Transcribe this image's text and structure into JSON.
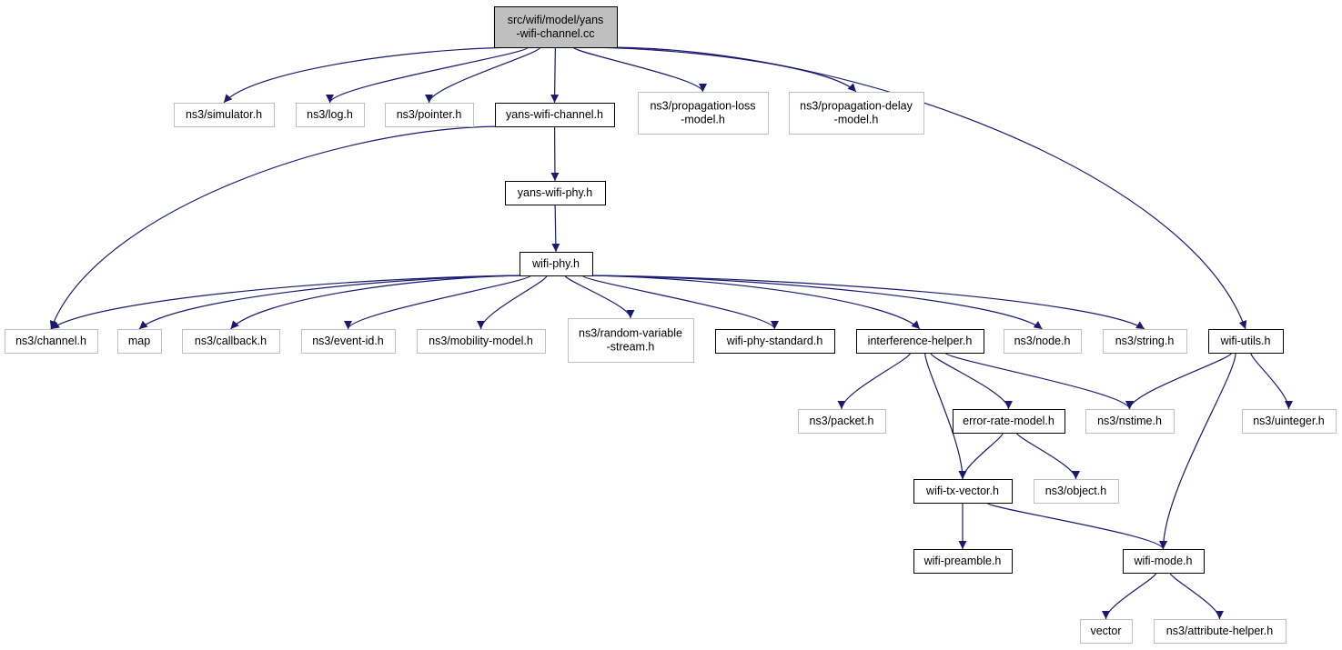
{
  "diagram": {
    "nodes": [
      {
        "id": "root",
        "kind": "root",
        "lines": [
          "src/wifi/model/yans",
          "-wifi-channel.cc"
        ]
      },
      {
        "id": "simulator",
        "kind": "ext",
        "lines": [
          "ns3/simulator.h"
        ]
      },
      {
        "id": "log",
        "kind": "ext",
        "lines": [
          "ns3/log.h"
        ]
      },
      {
        "id": "pointer",
        "kind": "ext",
        "lines": [
          "ns3/pointer.h"
        ]
      },
      {
        "id": "ywc",
        "kind": "int",
        "lines": [
          "yans-wifi-channel.h"
        ]
      },
      {
        "id": "plm",
        "kind": "ext",
        "lines": [
          "ns3/propagation-loss",
          "-model.h"
        ]
      },
      {
        "id": "pdm",
        "kind": "ext",
        "lines": [
          "ns3/propagation-delay",
          "-model.h"
        ]
      },
      {
        "id": "ywp",
        "kind": "int",
        "lines": [
          "yans-wifi-phy.h"
        ]
      },
      {
        "id": "wphy",
        "kind": "int",
        "lines": [
          "wifi-phy.h"
        ]
      },
      {
        "id": "channel",
        "kind": "ext",
        "lines": [
          "ns3/channel.h"
        ]
      },
      {
        "id": "map",
        "kind": "ext",
        "lines": [
          "map"
        ]
      },
      {
        "id": "callback",
        "kind": "ext",
        "lines": [
          "ns3/callback.h"
        ]
      },
      {
        "id": "eventid",
        "kind": "ext",
        "lines": [
          "ns3/event-id.h"
        ]
      },
      {
        "id": "mobility",
        "kind": "ext",
        "lines": [
          "ns3/mobility-model.h"
        ]
      },
      {
        "id": "rvs",
        "kind": "ext",
        "lines": [
          "ns3/random-variable",
          "-stream.h"
        ]
      },
      {
        "id": "wps",
        "kind": "int",
        "lines": [
          "wifi-phy-standard.h"
        ]
      },
      {
        "id": "ih",
        "kind": "int",
        "lines": [
          "interference-helper.h"
        ]
      },
      {
        "id": "node",
        "kind": "ext",
        "lines": [
          "ns3/node.h"
        ]
      },
      {
        "id": "string",
        "kind": "ext",
        "lines": [
          "ns3/string.h"
        ]
      },
      {
        "id": "wutils",
        "kind": "int",
        "lines": [
          "wifi-utils.h"
        ]
      },
      {
        "id": "packet",
        "kind": "ext",
        "lines": [
          "ns3/packet.h"
        ]
      },
      {
        "id": "erm",
        "kind": "int",
        "lines": [
          "error-rate-model.h"
        ]
      },
      {
        "id": "nstime",
        "kind": "ext",
        "lines": [
          "ns3/nstime.h"
        ]
      },
      {
        "id": "uinteger",
        "kind": "ext",
        "lines": [
          "ns3/uinteger.h"
        ]
      },
      {
        "id": "txv",
        "kind": "int",
        "lines": [
          "wifi-tx-vector.h"
        ]
      },
      {
        "id": "object",
        "kind": "ext",
        "lines": [
          "ns3/object.h"
        ]
      },
      {
        "id": "preamble",
        "kind": "int",
        "lines": [
          "wifi-preamble.h"
        ]
      },
      {
        "id": "wmode",
        "kind": "int",
        "lines": [
          "wifi-mode.h"
        ]
      },
      {
        "id": "vector",
        "kind": "ext",
        "lines": [
          "vector"
        ]
      },
      {
        "id": "attrh",
        "kind": "ext",
        "lines": [
          "ns3/attribute-helper.h"
        ]
      }
    ],
    "edges": [
      [
        "root",
        "simulator"
      ],
      [
        "root",
        "log"
      ],
      [
        "root",
        "pointer"
      ],
      [
        "root",
        "ywc"
      ],
      [
        "root",
        "plm"
      ],
      [
        "root",
        "pdm"
      ],
      [
        "root",
        "wutils"
      ],
      [
        "ywc",
        "channel"
      ],
      [
        "ywc",
        "ywp"
      ],
      [
        "ywp",
        "wphy"
      ],
      [
        "wphy",
        "channel"
      ],
      [
        "wphy",
        "map"
      ],
      [
        "wphy",
        "callback"
      ],
      [
        "wphy",
        "eventid"
      ],
      [
        "wphy",
        "mobility"
      ],
      [
        "wphy",
        "rvs"
      ],
      [
        "wphy",
        "wps"
      ],
      [
        "wphy",
        "ih"
      ],
      [
        "wphy",
        "node"
      ],
      [
        "wphy",
        "string"
      ],
      [
        "ih",
        "packet"
      ],
      [
        "ih",
        "erm"
      ],
      [
        "ih",
        "nstime"
      ],
      [
        "ih",
        "txv"
      ],
      [
        "wutils",
        "nstime"
      ],
      [
        "wutils",
        "uinteger"
      ],
      [
        "wutils",
        "wmode"
      ],
      [
        "erm",
        "txv"
      ],
      [
        "erm",
        "object"
      ],
      [
        "txv",
        "preamble"
      ],
      [
        "txv",
        "wmode"
      ],
      [
        "wmode",
        "vector"
      ],
      [
        "wmode",
        "attrh"
      ]
    ],
    "colors": {
      "edge": "#191970",
      "external_border": "#bfbfbf",
      "internal_border": "#000000",
      "root_fill": "#bfbfbf"
    }
  }
}
